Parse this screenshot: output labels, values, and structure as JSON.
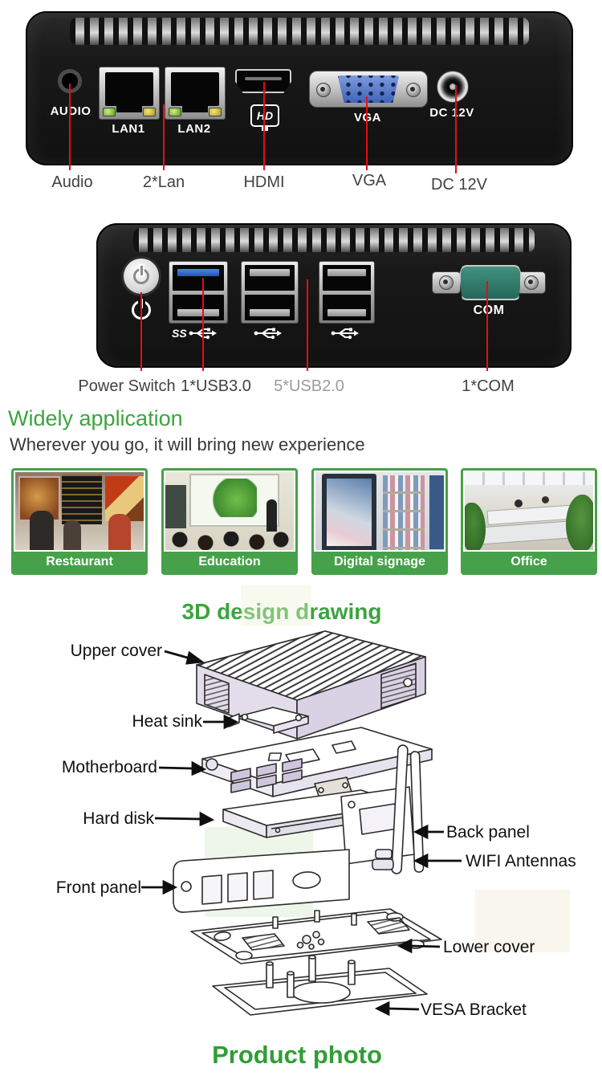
{
  "colors": {
    "green": "#3ba43f",
    "card_green": "#46a14a",
    "red": "#e60d15"
  },
  "back_view": {
    "port_labels": {
      "audio": "AUDIO",
      "lan1": "LAN1",
      "lan2": "LAN2",
      "hd": "HD",
      "vga": "VGA",
      "dc": "DC 12V"
    },
    "annotations": [
      "Audio",
      "2*Lan",
      "HDMI",
      "VGA",
      "DC 12V"
    ]
  },
  "front_view": {
    "port_labels": {
      "com": "COM",
      "usb3_badge": "SS"
    },
    "annotations": [
      "Power Switch",
      "1*USB3.0",
      "5*USB2.0",
      "1*COM"
    ]
  },
  "applications": {
    "title": "Widely application",
    "subtitle": "Wherever you go, it will bring new experience",
    "cards": [
      {
        "label": "Restaurant"
      },
      {
        "label": "Education"
      },
      {
        "label": "Digital signage"
      },
      {
        "label": "Office"
      }
    ]
  },
  "design": {
    "title": "3D design drawing",
    "labels": {
      "upper_cover": "Upper cover",
      "heat_sink": "Heat sink",
      "motherboard": "Motherboard",
      "hard_disk": "Hard disk",
      "back_panel": "Back panel",
      "wifi_antennas": "WIFI Antennas",
      "front_panel": "Front panel",
      "lower_cover": "Lower cover",
      "vesa_bracket": "VESA Bracket"
    }
  },
  "product": {
    "title": "Product photo"
  }
}
